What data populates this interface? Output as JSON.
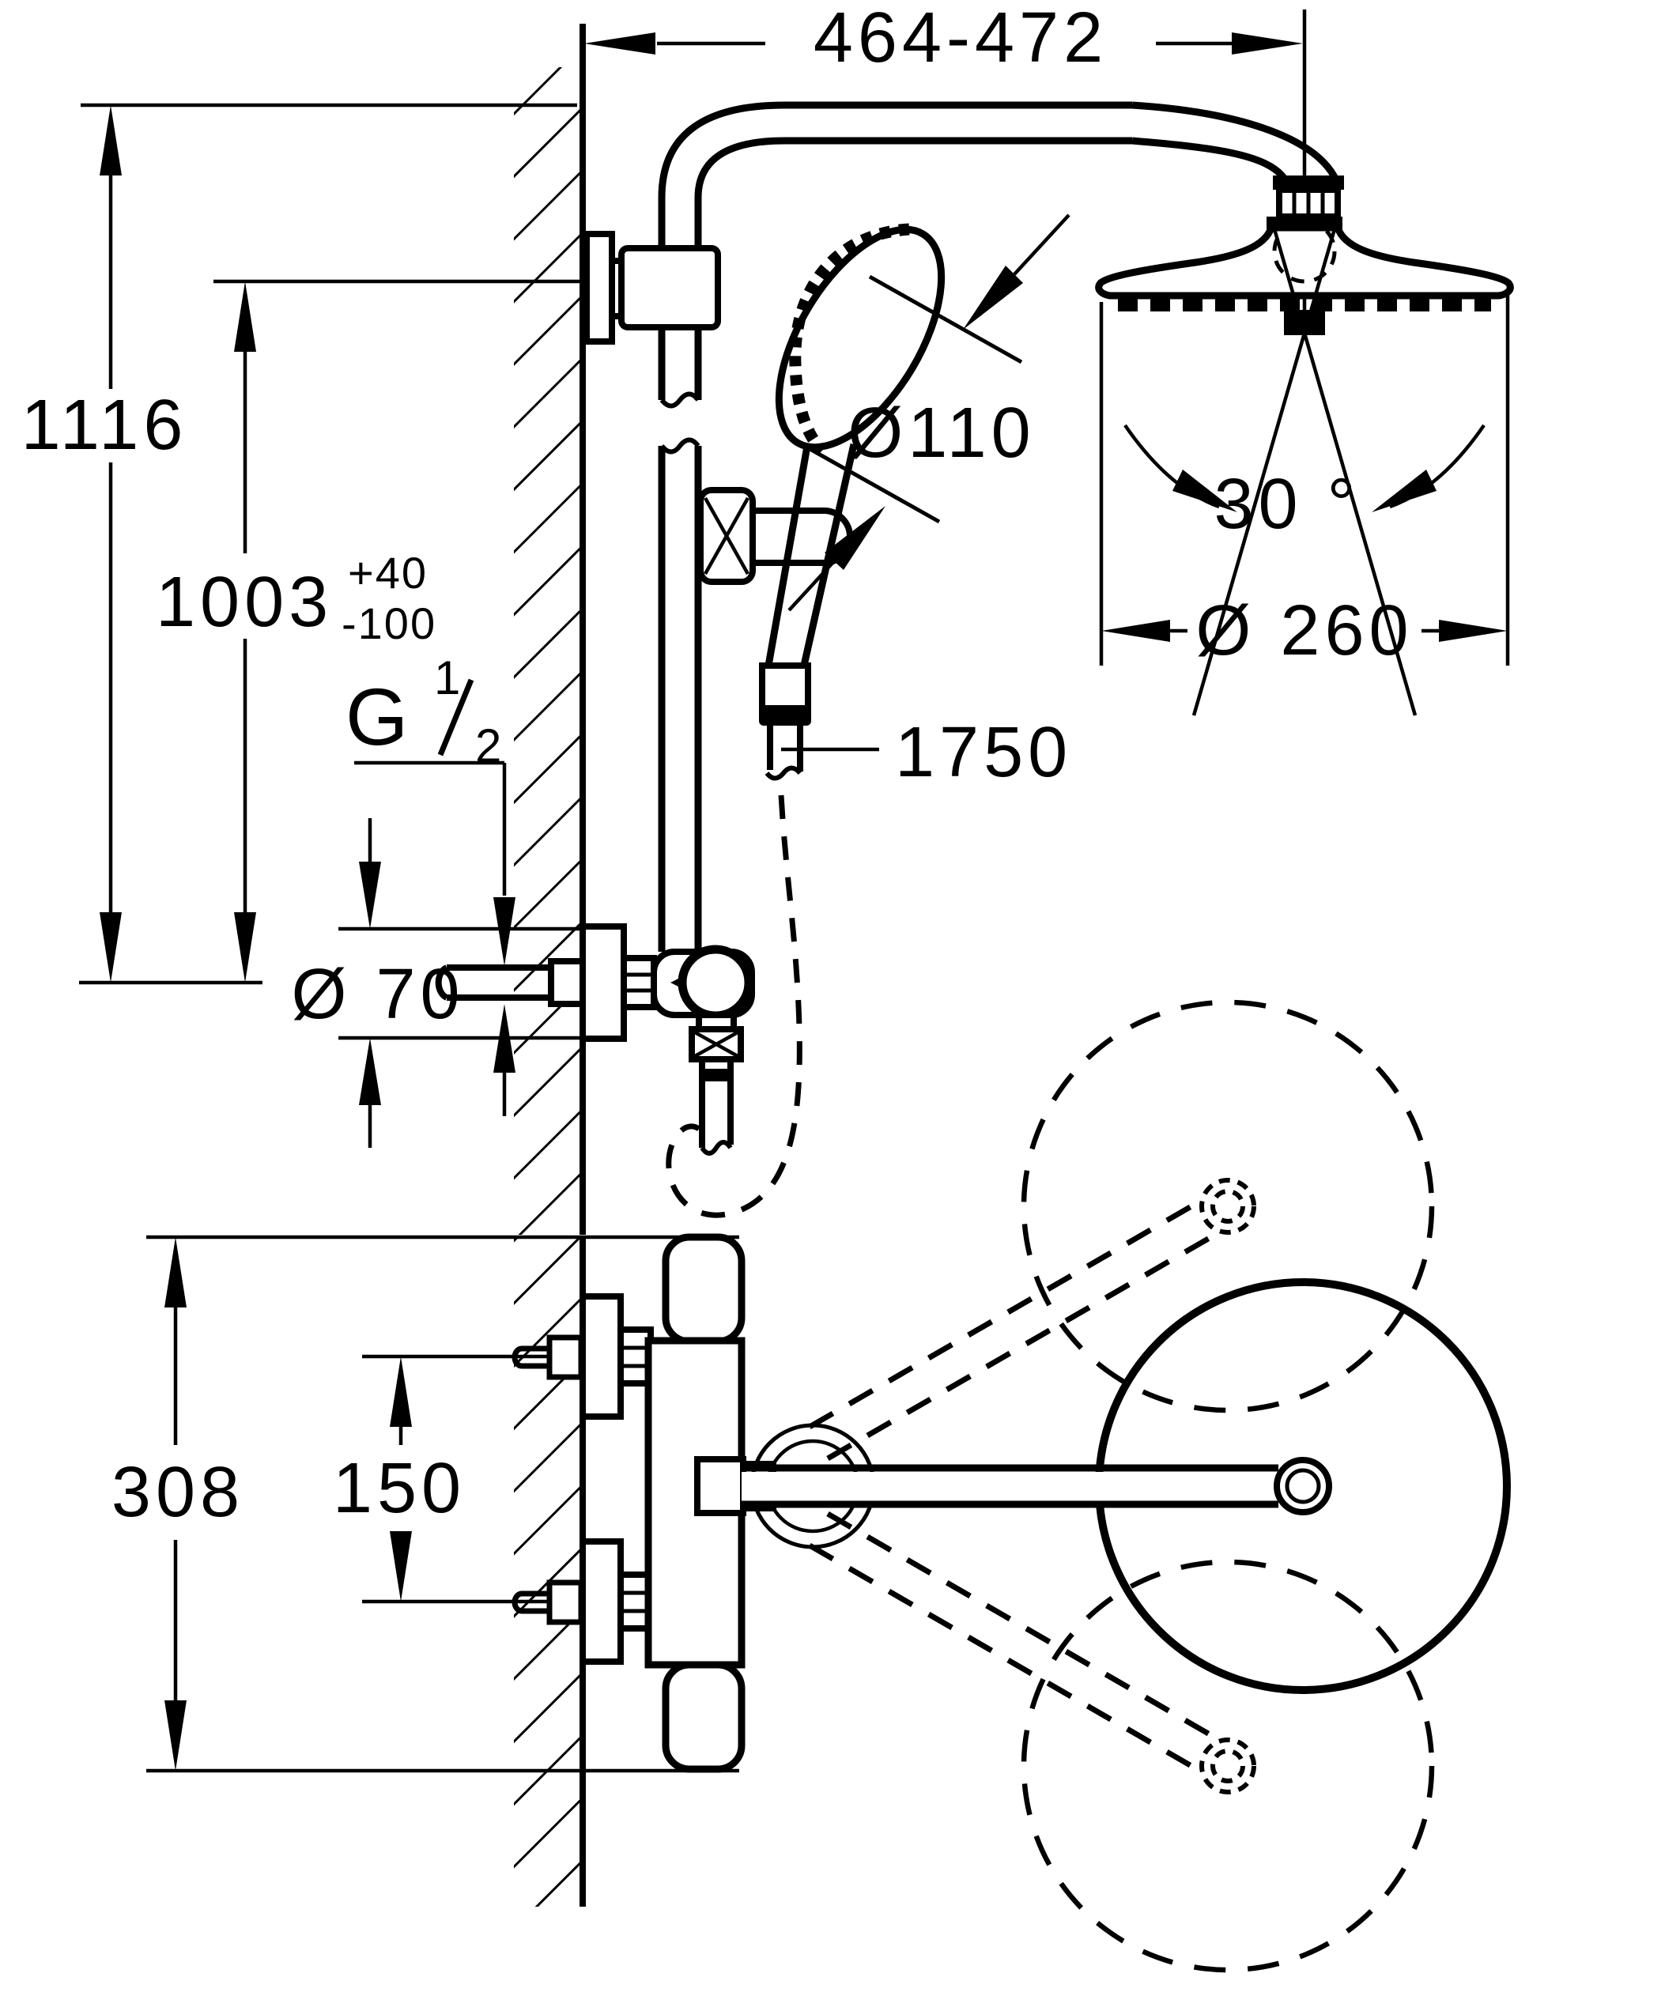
{
  "page": {
    "background_color": "#ffffff",
    "line_color": "#000000"
  },
  "drawing": {
    "kind": "technical dimension drawing",
    "subject": "wall-mounted shower system (head shower, hand shower on rail, wall supply) in front elevation and top plan view",
    "dimensions": {
      "wall_to_headshower": "464-472",
      "total_height": "1116",
      "rail_height": "1003",
      "rail_height_tol_plus": "+40",
      "rail_height_tol_minus": "-100",
      "thread_letter": "G",
      "thread_numerator": "1",
      "thread_denominator": "2",
      "escutcheon_diameter": "Ø 70",
      "handshower_diameter": "Ø110",
      "hose_length": "1750",
      "headshower_swivel_angle": "30 °",
      "headshower_diameter": "Ø 260",
      "thermostat_body_width": "308",
      "connection_spacing": "150"
    }
  }
}
